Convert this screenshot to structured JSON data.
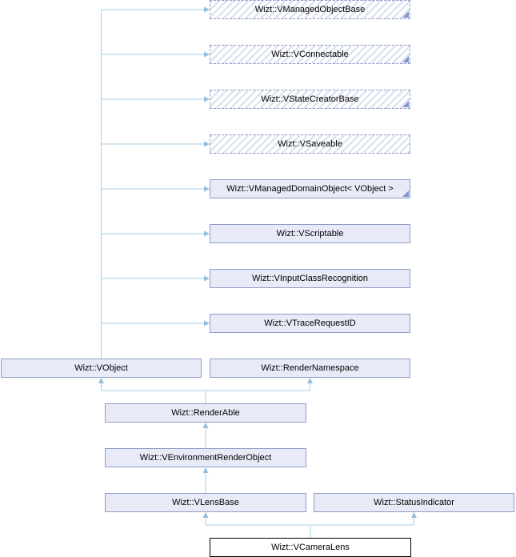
{
  "diagram": {
    "kind": "class-inheritance-graph",
    "nodes": [
      {
        "label": "Wizt::VManagedObjectBase",
        "style": "dashed-hatched",
        "truncated": true
      },
      {
        "label": "Wizt::VConnectable",
        "style": "dashed-hatched",
        "truncated": true
      },
      {
        "label": "Wizt::VStateCreatorBase",
        "style": "dashed-hatched",
        "truncated": true
      },
      {
        "label": "Wizt::VSaveable",
        "style": "dashed-hatched",
        "truncated": false
      },
      {
        "label": "Wizt::VManagedDomainObject< VObject >",
        "style": "solid",
        "truncated": true
      },
      {
        "label": "Wizt::VScriptable",
        "style": "solid",
        "truncated": false
      },
      {
        "label": "Wizt::VInputClassRecognition",
        "style": "solid",
        "truncated": false
      },
      {
        "label": "Wizt::VTraceRequestID",
        "style": "solid",
        "truncated": false
      },
      {
        "label": "Wizt::VObject",
        "style": "solid",
        "truncated": false
      },
      {
        "label": "Wizt::RenderNamespace",
        "style": "solid",
        "truncated": false
      },
      {
        "label": "Wizt::RenderAble",
        "style": "solid",
        "truncated": false
      },
      {
        "label": "Wizt::VEnvironmentRenderObject",
        "style": "solid",
        "truncated": false
      },
      {
        "label": "Wizt::VLensBase",
        "style": "solid",
        "truncated": false
      },
      {
        "label": "Wizt::StatusIndicator",
        "style": "solid",
        "truncated": false
      },
      {
        "label": "Wizt::VCameraLens",
        "style": "highlighted",
        "truncated": false
      }
    ],
    "edges": [
      {
        "from": "Wizt::VObject",
        "to": "Wizt::VManagedObjectBase"
      },
      {
        "from": "Wizt::VObject",
        "to": "Wizt::VConnectable"
      },
      {
        "from": "Wizt::VObject",
        "to": "Wizt::VStateCreatorBase"
      },
      {
        "from": "Wizt::VObject",
        "to": "Wizt::VSaveable"
      },
      {
        "from": "Wizt::VObject",
        "to": "Wizt::VManagedDomainObject< VObject >"
      },
      {
        "from": "Wizt::VObject",
        "to": "Wizt::VScriptable"
      },
      {
        "from": "Wizt::VObject",
        "to": "Wizt::VInputClassRecognition"
      },
      {
        "from": "Wizt::VObject",
        "to": "Wizt::VTraceRequestID"
      },
      {
        "from": "Wizt::RenderAble",
        "to": "Wizt::VObject"
      },
      {
        "from": "Wizt::RenderAble",
        "to": "Wizt::RenderNamespace"
      },
      {
        "from": "Wizt::VEnvironmentRenderObject",
        "to": "Wizt::RenderAble"
      },
      {
        "from": "Wizt::VLensBase",
        "to": "Wizt::VEnvironmentRenderObject"
      },
      {
        "from": "Wizt::VCameraLens",
        "to": "Wizt::VLensBase"
      },
      {
        "from": "Wizt::VCameraLens",
        "to": "Wizt::StatusIndicator"
      }
    ],
    "colors": {
      "node_fill": "#e8ebf7",
      "node_border": "#8e9cc6",
      "dashed_border": "#8a9ac8",
      "hatch_stripe": "#dde3f0",
      "connector_line": "#a6cce6",
      "connector_arrow": "#95bddc",
      "truncation_triangle": "#8496c5",
      "highlight_border": "#000000",
      "text": "#000000",
      "background": "#ffffff"
    }
  }
}
